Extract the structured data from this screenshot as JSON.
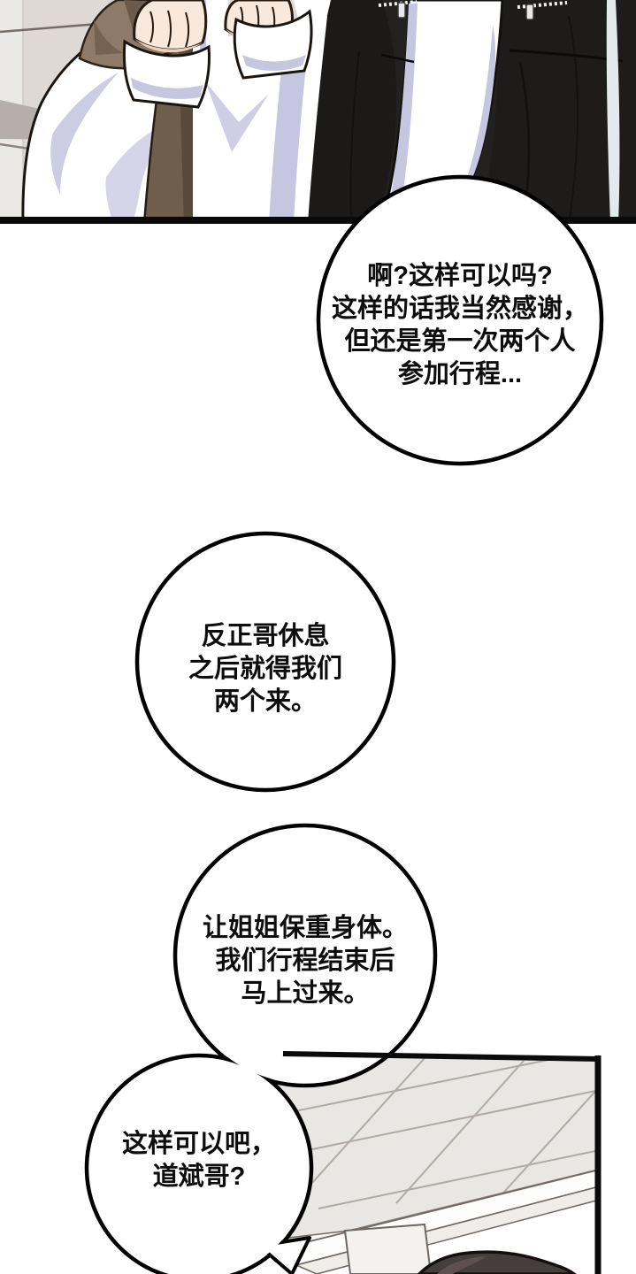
{
  "page_type": "webtoon comic page",
  "speech_bubbles": [
    {
      "id": "bubble-1",
      "lines": [
        "啊?这样可以吗?",
        "这样的话我当然感谢，",
        "但还是第一次两个人",
        "参加行程..."
      ]
    },
    {
      "id": "bubble-2",
      "lines": [
        "反正哥休息",
        "之后就得我们",
        "两个来。"
      ]
    },
    {
      "id": "bubble-3",
      "lines": [
        "让姐姐保重身体。",
        "我们行程结束后",
        "马上过来。"
      ]
    },
    {
      "id": "bubble-4",
      "lines": [
        "这样可以吧，",
        "道斌哥?"
      ]
    }
  ],
  "colors": {
    "page_background": "#ffffff",
    "bubble_fill": "#ffffff",
    "bubble_outline": "#000000",
    "text": "#0d0d0d",
    "panel_border": "#0b0b0b",
    "wall": "#ded9d5",
    "wall_band": "#b6aeab",
    "sweater_shadow_lavender": "#c7c6e0",
    "vest_brown": "#8d7a68",
    "vest_brown_dark": "#6f5e4c",
    "skin": "#f8e9dc",
    "jacket_black": "#232120",
    "ceiling_gray": "#e9e7e4",
    "ceiling_grid": "#b0a9a4",
    "hair_dark": "#463d3e"
  }
}
